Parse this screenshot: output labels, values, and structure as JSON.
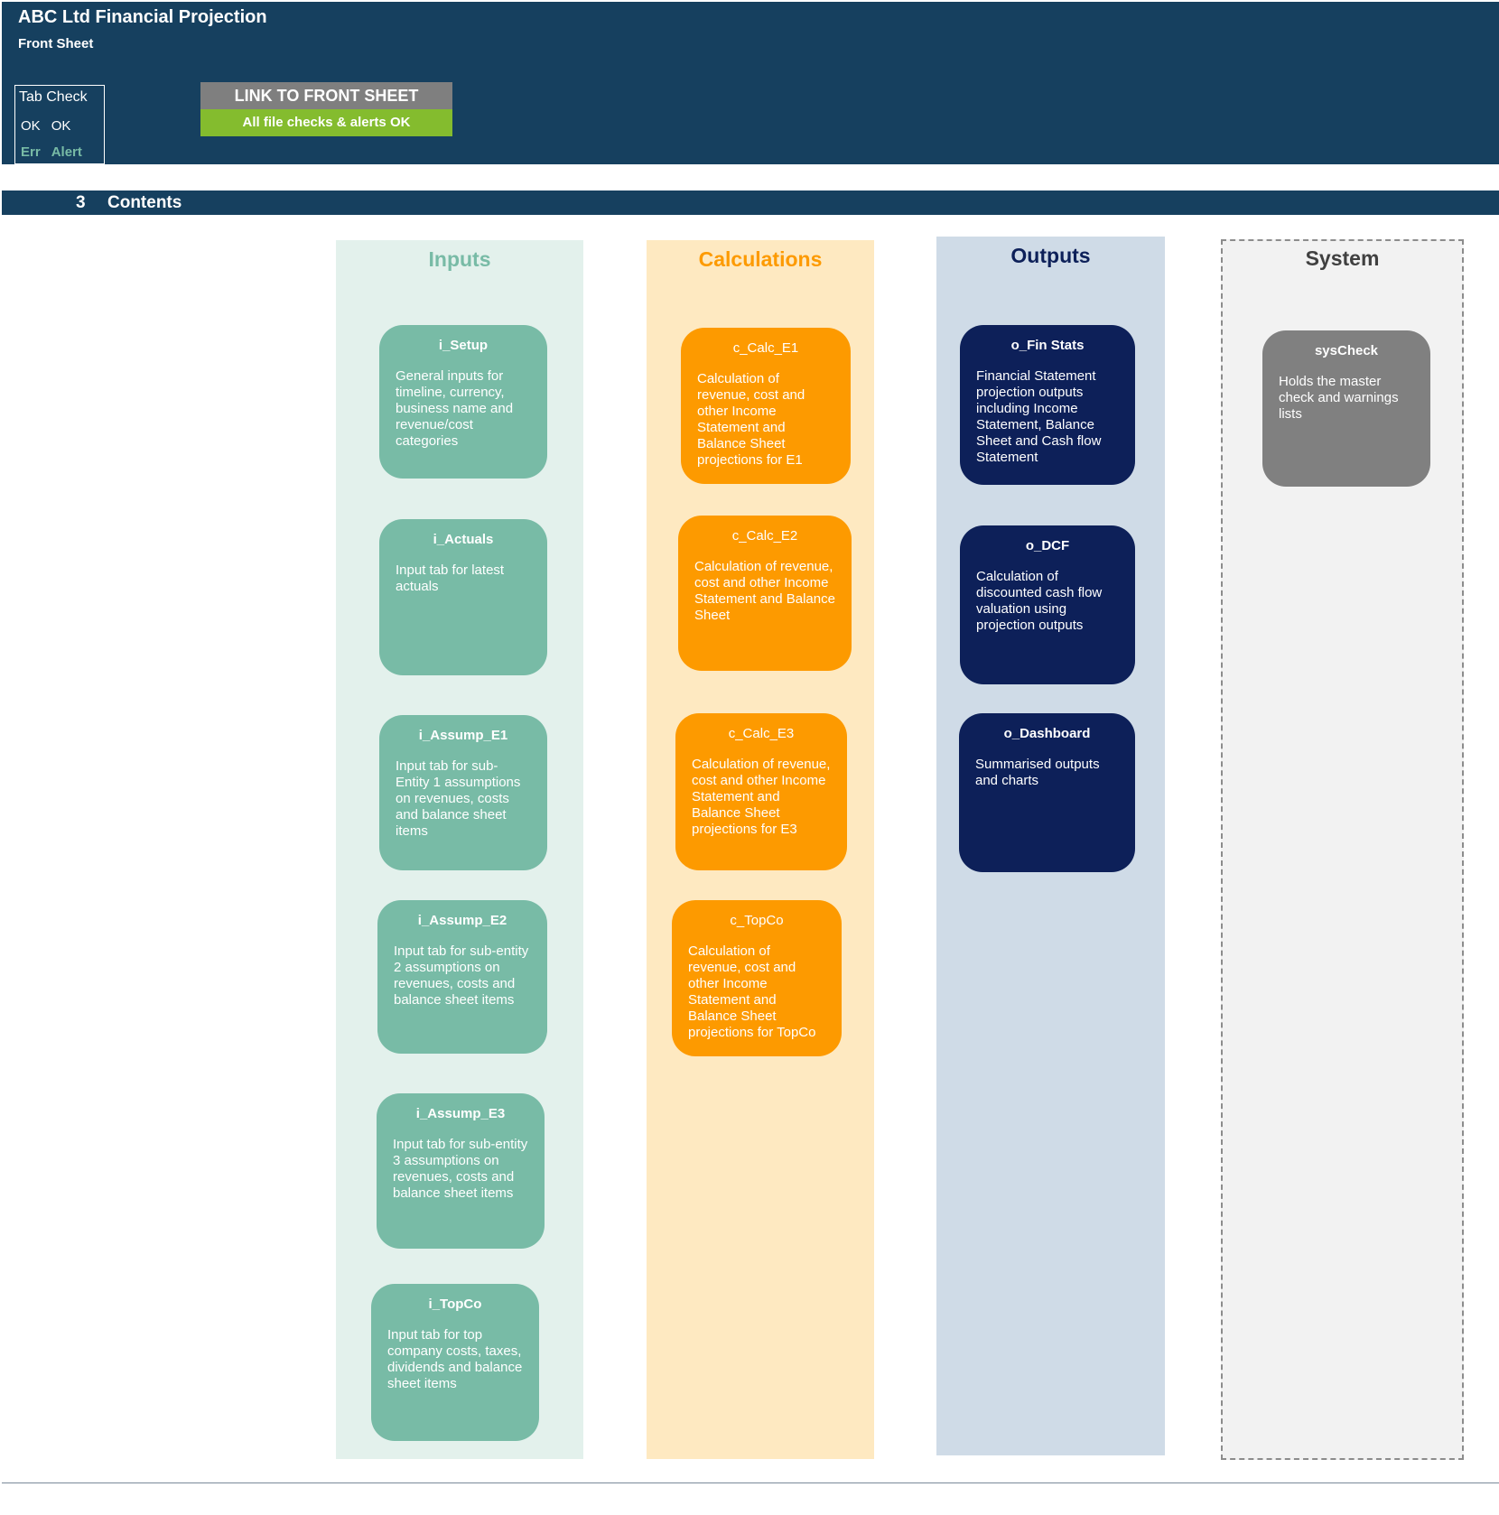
{
  "header": {
    "title": "ABC Ltd Financial Projection",
    "subtitle": "Front Sheet",
    "tab_check": {
      "title": "Tab Check",
      "row1": [
        "OK",
        "OK"
      ],
      "row2": [
        "Err",
        "Alert"
      ]
    },
    "link_button": "LINK TO FRONT SHEET",
    "status_text": "All file checks & alerts OK"
  },
  "section": {
    "number": "3",
    "title": "Contents"
  },
  "colors": {
    "header_bg": "#16405f",
    "inputs_bg": "#e3f1ec",
    "inputs_card": "#78bba6",
    "calc_bg": "#fee9c1",
    "calc_card": "#fd9a00",
    "outputs_bg": "#cfdbe7",
    "outputs_card": "#0d2059",
    "system_bg": "#f2f2f2",
    "system_card": "#808080",
    "status_ok": "#84bc2e"
  },
  "columns": {
    "inputs": {
      "title": "Inputs",
      "cards": [
        {
          "title": "i_Setup",
          "desc": "General inputs for timeline, currency, business name and revenue/cost categories"
        },
        {
          "title": "i_Actuals",
          "desc": "Input tab for latest actuals"
        },
        {
          "title": "i_Assump_E1",
          "desc": "Input tab for sub-Entity 1 assumptions on revenues, costs and balance sheet items"
        },
        {
          "title": "i_Assump_E2",
          "desc": "Input tab for sub-entity 2 assumptions on revenues, costs and balance sheet items"
        },
        {
          "title": "i_Assump_E3",
          "desc": "Input tab for sub-entity 3 assumptions on revenues, costs and balance sheet items"
        },
        {
          "title": "i_TopCo",
          "desc": "Input tab for top company costs, taxes, dividends and balance sheet items"
        }
      ]
    },
    "calculations": {
      "title": "Calculations",
      "cards": [
        {
          "title": "c_Calc_E1",
          "desc": "Calculation of revenue, cost and other Income Statement and Balance Sheet projections for E1"
        },
        {
          "title": "c_Calc_E2",
          "desc": "Calculation of revenue, cost and other Income Statement and Balance Sheet"
        },
        {
          "title": "c_Calc_E3",
          "desc": "Calculation of revenue, cost and other Income Statement and Balance Sheet projections for E3"
        },
        {
          "title": "c_TopCo",
          "desc": "Calculation of revenue, cost and other Income Statement and Balance Sheet projections for TopCo"
        }
      ]
    },
    "outputs": {
      "title": "Outputs",
      "cards": [
        {
          "title": "o_Fin Stats",
          "desc": "Financial Statement projection outputs including Income Statement, Balance Sheet and Cash flow Statement"
        },
        {
          "title": "o_DCF",
          "desc": "Calculation of discounted cash flow valuation using projection outputs"
        },
        {
          "title": "o_Dashboard",
          "desc": "Summarised outputs and charts"
        }
      ]
    },
    "system": {
      "title": "System",
      "cards": [
        {
          "title": "sysCheck",
          "desc": "Holds the master check and warnings lists"
        }
      ]
    }
  }
}
